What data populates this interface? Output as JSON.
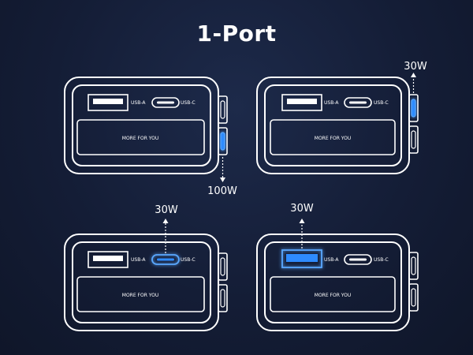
{
  "title": "1-Port",
  "colors": {
    "outline": "#ffffff",
    "active": "#2e8bff",
    "background": "#141d36"
  },
  "port_labels": {
    "usb_a": "USB-A",
    "usb_c": "USB-C"
  },
  "body_text": "MORE FOR YOU",
  "panels": [
    {
      "id": "top-left",
      "active_port": "side-c-bottom",
      "wattage": "100W"
    },
    {
      "id": "top-right",
      "active_port": "side-c-top",
      "wattage": "30W"
    },
    {
      "id": "bottom-left",
      "active_port": "front-usb-c",
      "wattage": "30W"
    },
    {
      "id": "bottom-right",
      "active_port": "front-usb-a",
      "wattage": "30W"
    }
  ]
}
